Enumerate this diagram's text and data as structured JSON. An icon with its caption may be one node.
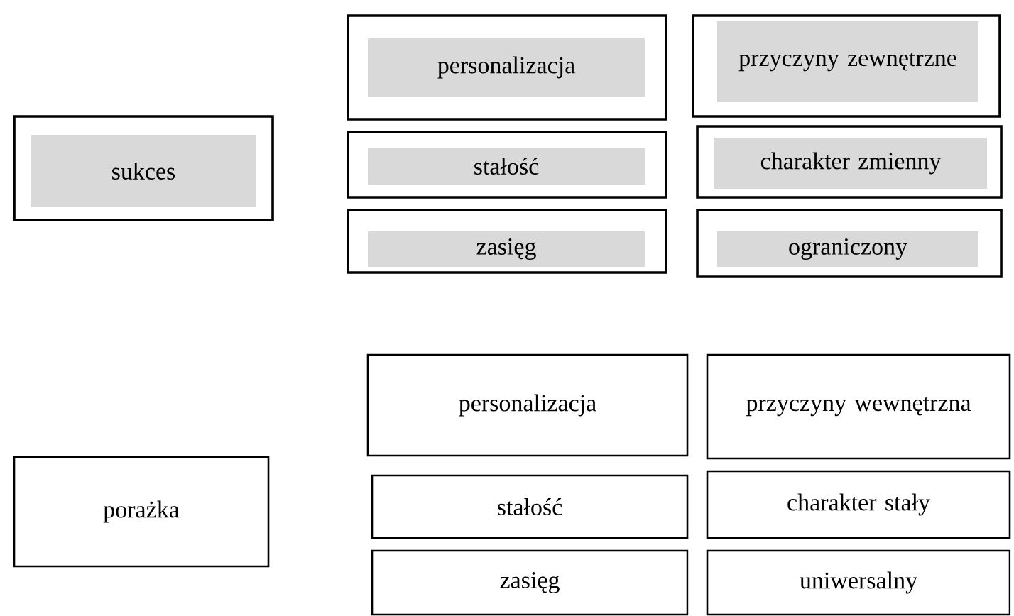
{
  "diagram": {
    "nodes": [
      {
        "text": [],
        "shape": "box"
      },
      {
        "text": [
          "sukces"
        ],
        "in": 0
      },
      {
        "text": [],
        "shape": "box"
      },
      {
        "text": [
          "personalizacja"
        ],
        "in": 2
      },
      {
        "text": [],
        "shape": "box"
      },
      {
        "text": [
          "przyczyny zewnętrzne"
        ],
        "in": 4
      },
      {
        "text": [],
        "shape": "box"
      },
      {
        "text": [
          "stałość"
        ],
        "in": 6
      },
      {
        "text": [],
        "shape": "box"
      },
      {
        "text": [
          "charakter zmienny"
        ],
        "in": 8
      },
      {
        "text": [],
        "shape": "box"
      },
      {
        "text": [
          "zasięg"
        ],
        "in": 10
      },
      {
        "text": [],
        "shape": "box"
      },
      {
        "text": [
          "ograniczony"
        ],
        "in": 12
      },
      {
        "text": [
          "porażka"
        ]
      },
      {
        "text": [
          "personalizacja"
        ]
      },
      {
        "text": [
          "przyczyny wewnętrzna"
        ]
      },
      {
        "text": [
          "stałość"
        ]
      },
      {
        "text": [
          "charakter stały"
        ]
      },
      {
        "text": [
          "zasięg"
        ]
      },
      {
        "text": [
          "uniwersalny"
        ]
      }
    ]
  }
}
